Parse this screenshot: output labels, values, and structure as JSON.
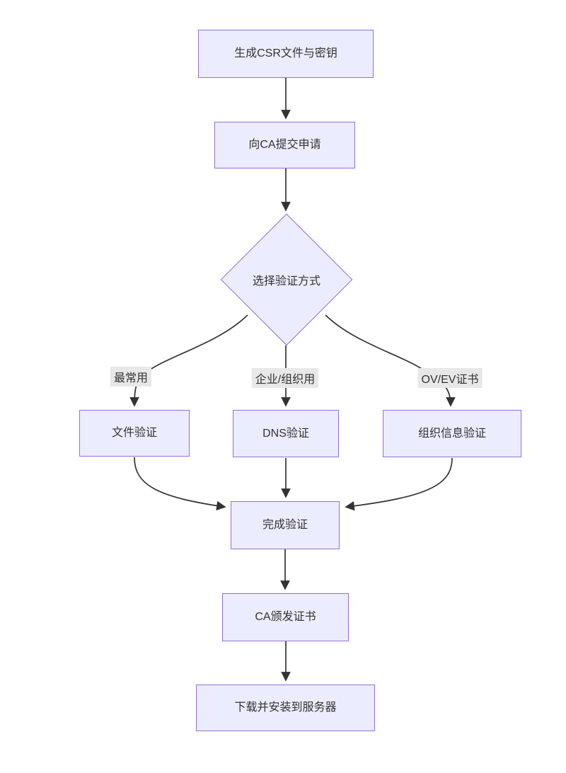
{
  "diagram": {
    "type": "flowchart",
    "direction": "top-down",
    "nodes": {
      "generate_csr": {
        "label": "生成CSR文件与密钥"
      },
      "submit_ca": {
        "label": "向CA提交申请"
      },
      "choose_method": {
        "label": "选择验证方式",
        "shape": "diamond"
      },
      "file_validation": {
        "label": "文件验证"
      },
      "dns_validation": {
        "label": "DNS验证"
      },
      "org_validation": {
        "label": "组织信息验证"
      },
      "complete": {
        "label": "完成验证"
      },
      "issue_cert": {
        "label": "CA颁发证书"
      },
      "install_server": {
        "label": "下载并安装到服务器"
      }
    },
    "edge_labels": {
      "most_common": "最常用",
      "enterprise": "企业/组织用",
      "ov_ev": "OV/EV证书"
    },
    "edges": [
      {
        "from": "generate_csr",
        "to": "submit_ca"
      },
      {
        "from": "submit_ca",
        "to": "choose_method"
      },
      {
        "from": "choose_method",
        "to": "file_validation",
        "label": "最常用"
      },
      {
        "from": "choose_method",
        "to": "dns_validation",
        "label": "企业/组织用"
      },
      {
        "from": "choose_method",
        "to": "org_validation",
        "label": "OV/EV证书"
      },
      {
        "from": "file_validation",
        "to": "complete"
      },
      {
        "from": "dns_validation",
        "to": "complete"
      },
      {
        "from": "org_validation",
        "to": "complete"
      },
      {
        "from": "complete",
        "to": "issue_cert"
      },
      {
        "from": "issue_cert",
        "to": "install_server"
      }
    ],
    "colors": {
      "node_fill": "#ECECFF",
      "node_border": "#9370DB",
      "edge": "#333333",
      "label_bg": "#e8e8e8",
      "text": "#333333"
    }
  }
}
